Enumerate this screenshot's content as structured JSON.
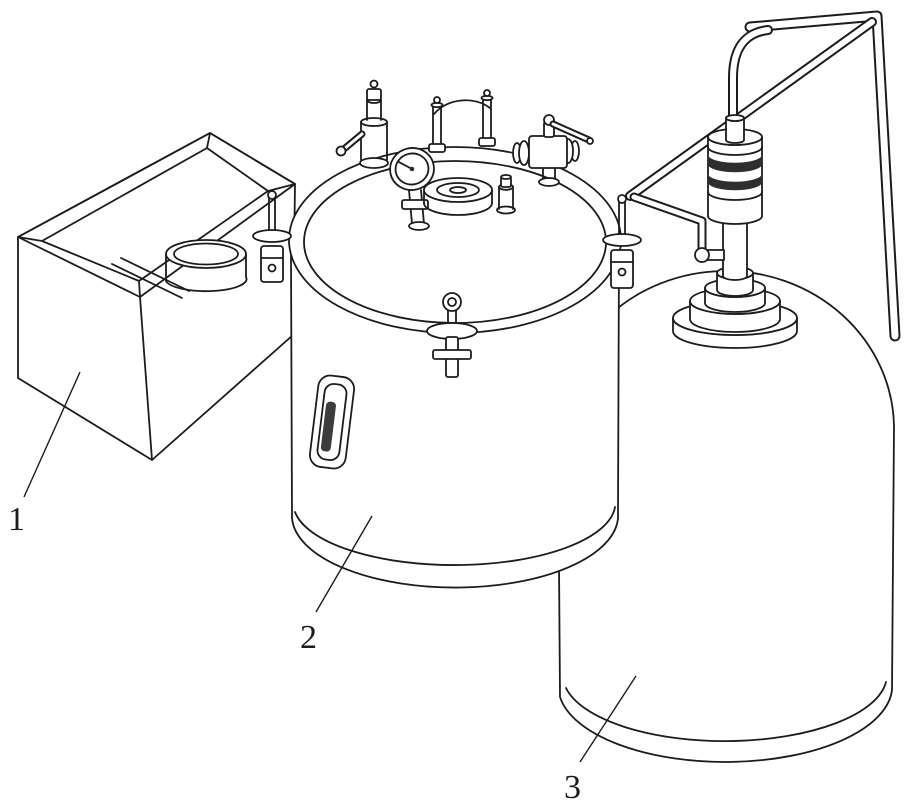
{
  "labels": [
    {
      "text": "1"
    },
    {
      "text": "2"
    },
    {
      "text": "3"
    }
  ],
  "colors": {
    "ink": "#1c1c1c",
    "paper": "#ffffff",
    "band": "#2e2e2e",
    "slot": "#3c3c3c"
  }
}
